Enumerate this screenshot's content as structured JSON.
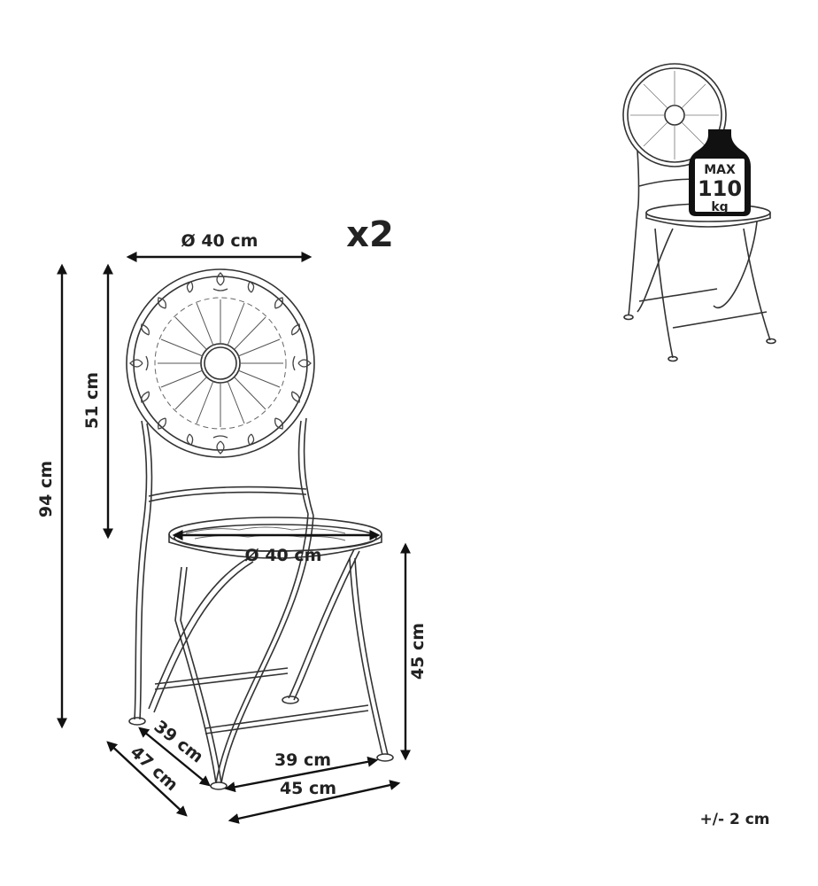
{
  "quantity": "x2",
  "dimensions": {
    "back_diameter": "Ø 40 cm",
    "seat_diameter": "Ø 40 cm",
    "total_height": "94 cm",
    "back_height": "51 cm",
    "seat_height": "45 cm",
    "depth_inner": "39 cm",
    "depth_outer": "47 cm",
    "width_inner": "39 cm",
    "width_outer": "45 cm"
  },
  "max_load": {
    "line1": "MAX",
    "line2": "110",
    "line3": "kg"
  },
  "tolerance": "+/- 2 cm"
}
